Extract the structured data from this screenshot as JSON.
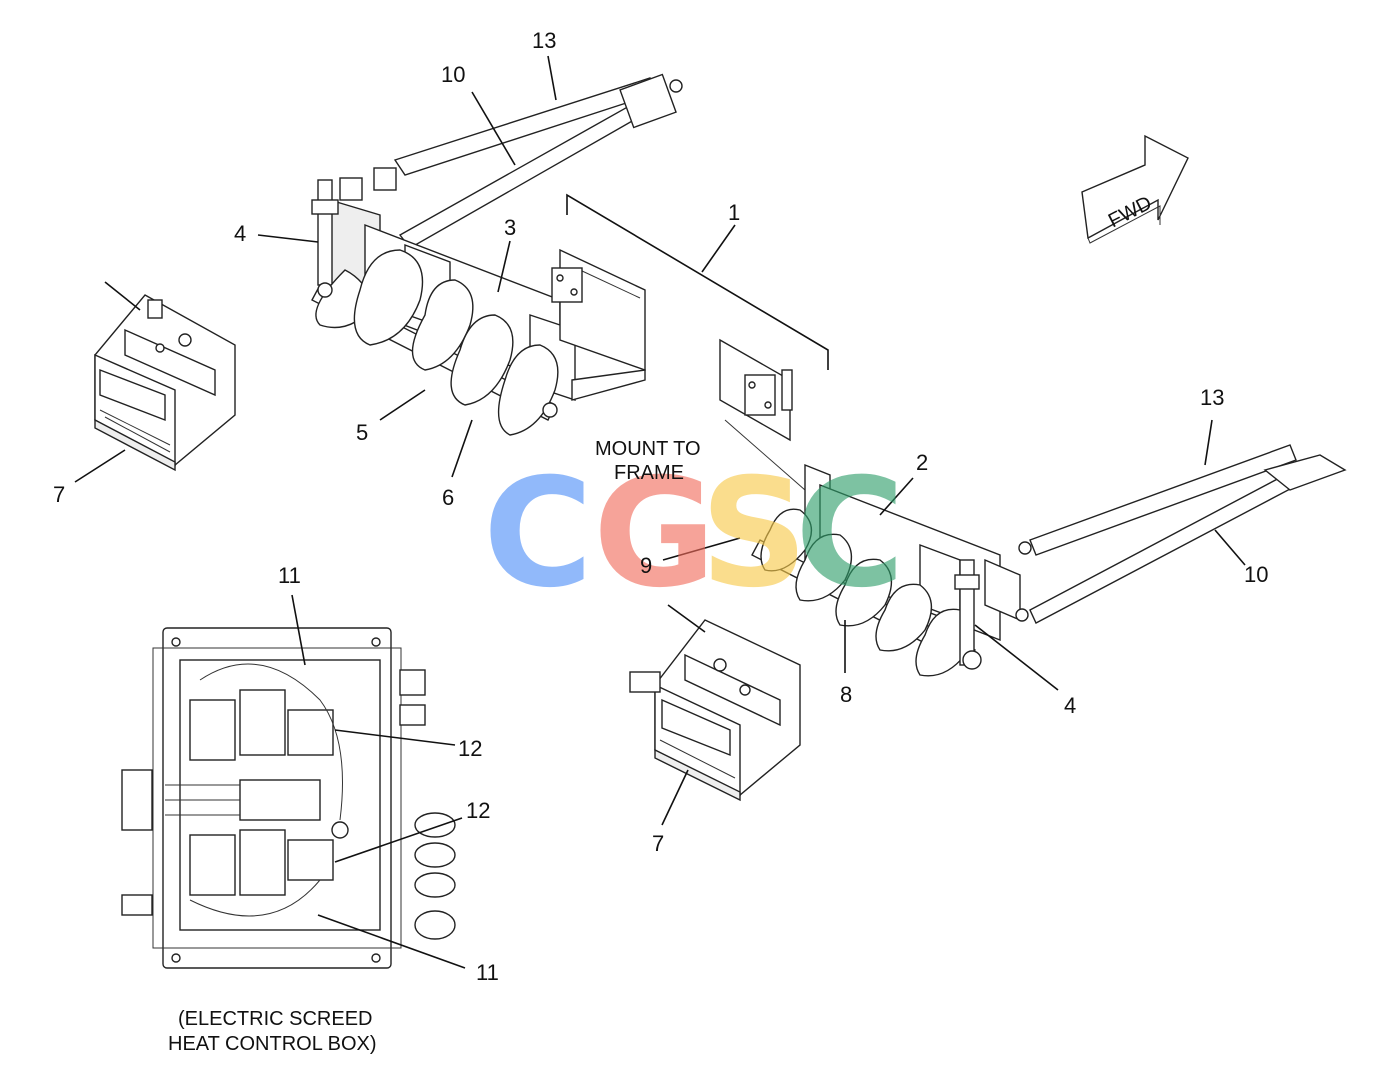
{
  "callouts": {
    "c13a": "13",
    "c10a": "10",
    "c1": "1",
    "c4a": "4",
    "c3": "3",
    "c5": "5",
    "c6": "6",
    "c7a": "7",
    "c9": "9",
    "c2": "2",
    "c13b": "13",
    "c10b": "10",
    "c8": "8",
    "c4b": "4",
    "c7b": "7",
    "c11a": "11",
    "c12a": "12",
    "c12b": "12",
    "c11b": "11"
  },
  "notes": {
    "mount_line1": "MOUNT TO",
    "mount_line2": "FRAME",
    "box_line1": "(ELECTRIC SCREED",
    "box_line2": "HEAT CONTROL BOX)",
    "fwd": "FWD"
  },
  "watermark": {
    "letters": [
      "C",
      "G",
      "S",
      "C"
    ],
    "colors": [
      "#4f8ff7",
      "#f26b5b",
      "#f7c948",
      "#2e9e6a"
    ]
  }
}
